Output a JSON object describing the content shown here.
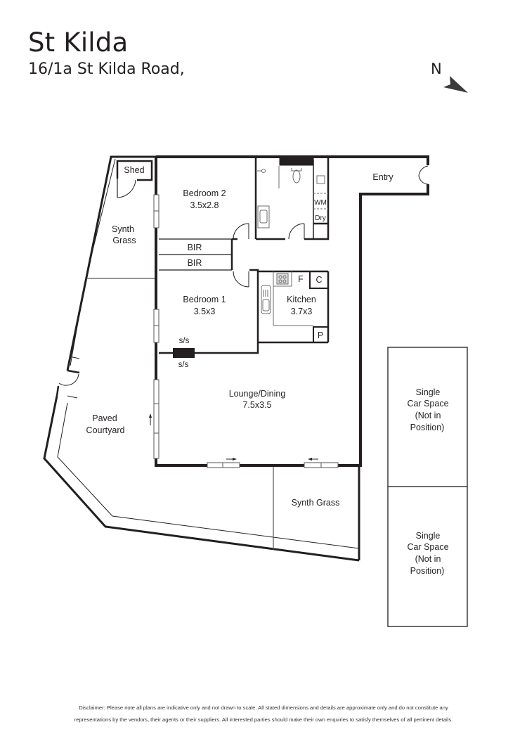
{
  "header": {
    "title": "St Kilda",
    "address": "16/1a St Kilda Road,"
  },
  "compass": {
    "label": "N",
    "icon": "north-arrow-icon"
  },
  "rooms": {
    "shed": {
      "name": "Shed"
    },
    "synth_grass_north": {
      "name_line1": "Synth",
      "name_line2": "Grass"
    },
    "bedroom2": {
      "name": "Bedroom 2",
      "size": "3.5x2.8"
    },
    "bir_1": {
      "name": "BIR"
    },
    "bir_2": {
      "name": "BIR"
    },
    "laundry": {
      "wm": "WM",
      "dry": "Dry"
    },
    "entry": {
      "name": "Entry"
    },
    "bedroom1": {
      "name": "Bedroom 1",
      "size": "3.5x3"
    },
    "kitchen": {
      "name": "Kitchen",
      "size": "3.7x3",
      "fridge": "F",
      "cupboard": "C",
      "pantry": "P"
    },
    "chimney": {
      "label_top": "s/s",
      "label_bottom": "s/s"
    },
    "lounge_dining": {
      "name": "Lounge/Dining",
      "size": "7.5x3.5"
    },
    "paved_courtyard": {
      "name_line1": "Paved",
      "name_line2": "Courtyard"
    },
    "synth_grass_south": {
      "name": "Synth Grass"
    },
    "car_space_1": {
      "line1": "Single",
      "line2": "Car Space",
      "line3": "(Not in",
      "line4": "Position)"
    },
    "car_space_2": {
      "line1": "Single",
      "line2": "Car Space",
      "line3": "(Not in",
      "line4": "Position)"
    }
  },
  "colors": {
    "wall": "#231f20",
    "thin_line": "#3a3a3a",
    "fixture": "#6d6d6d",
    "background": "#ffffff"
  },
  "disclaimer": {
    "line1": "Disclaimer: Please note all plans are indicative only and not drawn to scale.  All stated dimensions and details are approximate only and do not constitute any",
    "line2": "representations by the vendors, their agents or their suppliers.  All interested parties should make their own enquiries to satisfy themselves of all pertinent details."
  }
}
